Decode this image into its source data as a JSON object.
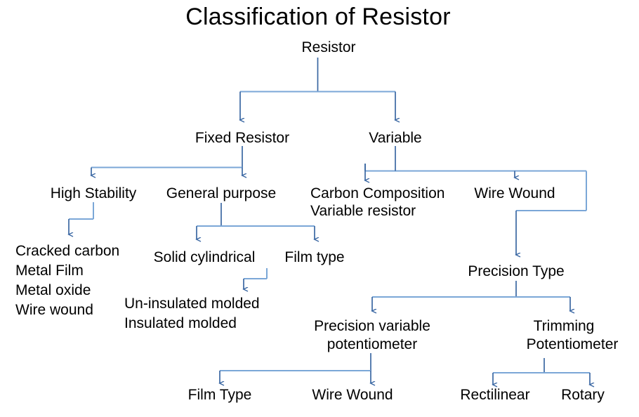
{
  "diagram": {
    "title": "Classification of Resistor",
    "palette": {
      "line_light": "#7BA7D7",
      "line_dark": "#3A67A3",
      "text": "#000000",
      "background": "#FFFFFF"
    },
    "nodes": {
      "root": "Resistor",
      "fixed": "Fixed Resistor",
      "variable": "Variable",
      "high_stability": "High Stability",
      "general_purpose": "General purpose",
      "carbon_composition_line1": "Carbon Composition",
      "carbon_composition_line2": "Variable resistor",
      "wire_wound": "Wire Wound",
      "high_stability_types_1": "Cracked carbon",
      "high_stability_types_2": "Metal Film",
      "high_stability_types_3": "Metal oxide",
      "high_stability_types_4": "Wire wound",
      "solid_cylindrical": "Solid cylindrical",
      "film_type": "Film type",
      "un_insulated_molded": "Un-insulated molded",
      "insulated_molded": "Insulated molded",
      "precision_type": "Precision Type",
      "precision_variable_line1": "Precision variable",
      "precision_variable_line2": "potentiometer",
      "trimming_line1": "Trimming",
      "trimming_line2": "Potentiometer",
      "film_type_bottom": "Film Type",
      "wire_wound_bottom": "Wire Wound",
      "rectilinear": "Rectilinear",
      "rotary": "Rotary"
    }
  }
}
